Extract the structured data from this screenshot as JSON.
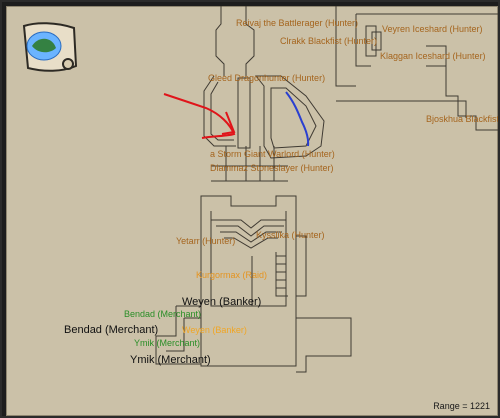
{
  "map": {
    "range_text": "Range = 1221",
    "labels": {
      "reivaj": "Reivaj the Battlerager (Hunter)",
      "clrakk": "Clrakk Blackfist (Hunter)",
      "veyren": "Veyren Iceshard (Hunter)",
      "klaggan": "Klaggan Iceshard (Hunter)",
      "gleed": "Gleed Dragonhunter (Hunter)",
      "bjoskhua": "Bjoskhua Blackfist",
      "storm_giant": "a Storm Giant Warlord (Hunter)",
      "dlammaz": "Dlammaz Stoneslayer (Hunter)",
      "yetarr": "Yetarr (Hunter)",
      "kysslika": "Kysslika (Hunter)",
      "kurgormax": "Kurgormax (Raid)",
      "weyen_banker_black": "Weyen (Banker)",
      "bendad_merchant_green": "Bendad (Merchant)",
      "bendad_merchant_black": "Bendad (Merchant)",
      "weyen_banker_amber": "Weyen (Banker)",
      "ymik_merchant_green": "Ymik (Merchant)",
      "ymik_merchant_black": "Ymik (Merchant)"
    },
    "colors": {
      "background": "#cbc1a8",
      "walls": "#3f3a32",
      "hunter_label": "#a5651e",
      "raid_label": "#e59420",
      "merchant_label": "#2a8e27",
      "annotation_red": "#e0141a",
      "annotation_blue": "#2a3fd0"
    },
    "icons": {
      "minimap": "parchment-scroll-icon"
    }
  }
}
